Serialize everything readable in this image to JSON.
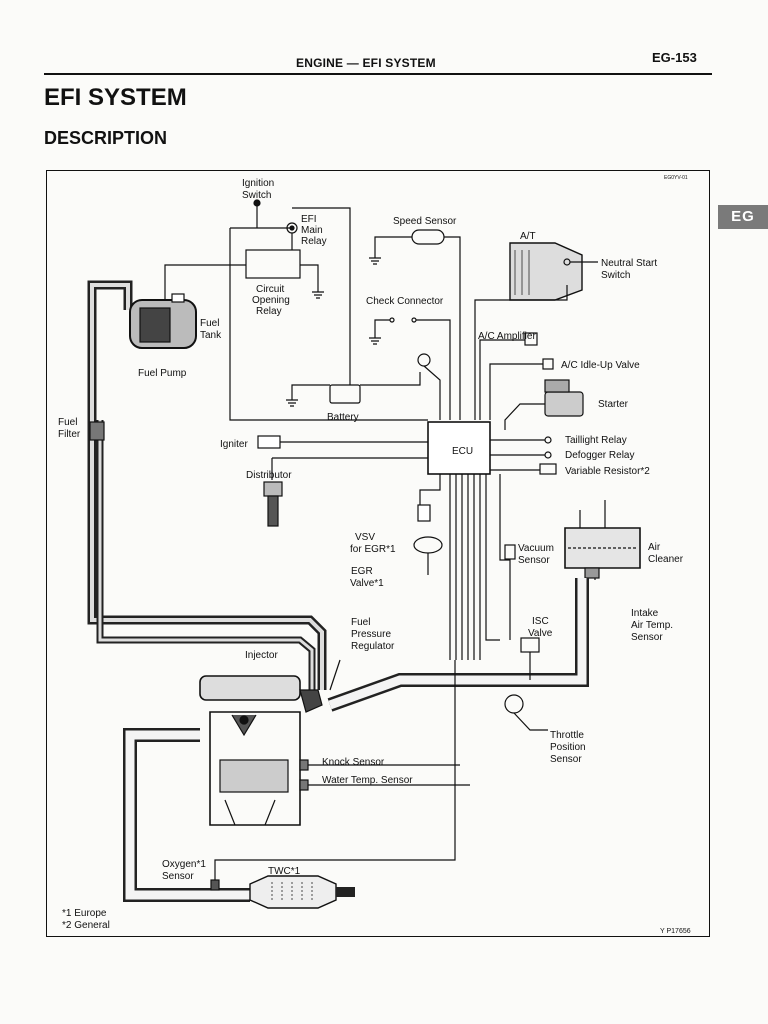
{
  "header": {
    "section": "ENGINE — EFI SYSTEM",
    "page": "EG-153"
  },
  "title": "EFI SYSTEM",
  "subtitle": "DESCRIPTION",
  "side_tab": "EG",
  "diagram": {
    "ref_code": "EG0YV-01",
    "figure_code": "Y P17656",
    "labels": {
      "ignition_switch_1": "Ignition",
      "ignition_switch_2": "Switch",
      "efi_main_relay_1": "EFI",
      "efi_main_relay_2": "Main",
      "efi_main_relay_3": "Relay",
      "circuit_opening_1": "Circuit",
      "circuit_opening_2": "Opening",
      "circuit_opening_3": "Relay",
      "speed_sensor": "Speed Sensor",
      "at": "A/T",
      "neutral_start_1": "Neutral Start",
      "neutral_start_2": "Switch",
      "check_connector": "Check Connector",
      "fuel_tank_1": "Fuel",
      "fuel_tank_2": "Tank",
      "fuel_pump": "Fuel Pump",
      "ac_amplifier": "A/C Amplifier",
      "ac_idle_up": "A/C Idle-Up Valve",
      "starter": "Starter",
      "battery": "Battery",
      "fuel_filter_1": "Fuel",
      "fuel_filter_2": "Filter",
      "igniter": "Igniter",
      "ecu": "ECU",
      "taillight_relay": "Taillight Relay",
      "defogger_relay": "Defogger Relay",
      "variable_resistor": "Variable Resistor*2",
      "distributor": "Distributor",
      "vsv_1": "VSV",
      "vsv_2": "for EGR*1",
      "egr_1": "EGR",
      "egr_2": "Valve*1",
      "vacuum_sensor_1": "Vacuum",
      "vacuum_sensor_2": "Sensor",
      "air_cleaner_1": "Air",
      "air_cleaner_2": "Cleaner",
      "fuel_pressure_1": "Fuel",
      "fuel_pressure_2": "Pressure",
      "fuel_pressure_3": "Regulator",
      "isc_valve_1": "ISC",
      "isc_valve_2": "Valve",
      "intake_air_1": "Intake",
      "intake_air_2": "Air Temp.",
      "intake_air_3": "Sensor",
      "injector": "Injector",
      "throttle_1": "Throttle",
      "throttle_2": "Position",
      "throttle_3": "Sensor",
      "knock_sensor": "Knock Sensor",
      "water_temp": "Water Temp. Sensor",
      "oxygen_1": "Oxygen*1",
      "oxygen_2": "Sensor",
      "twc": "TWC*1",
      "footnote_1": "*1 Europe",
      "footnote_2": "*2 General"
    }
  }
}
